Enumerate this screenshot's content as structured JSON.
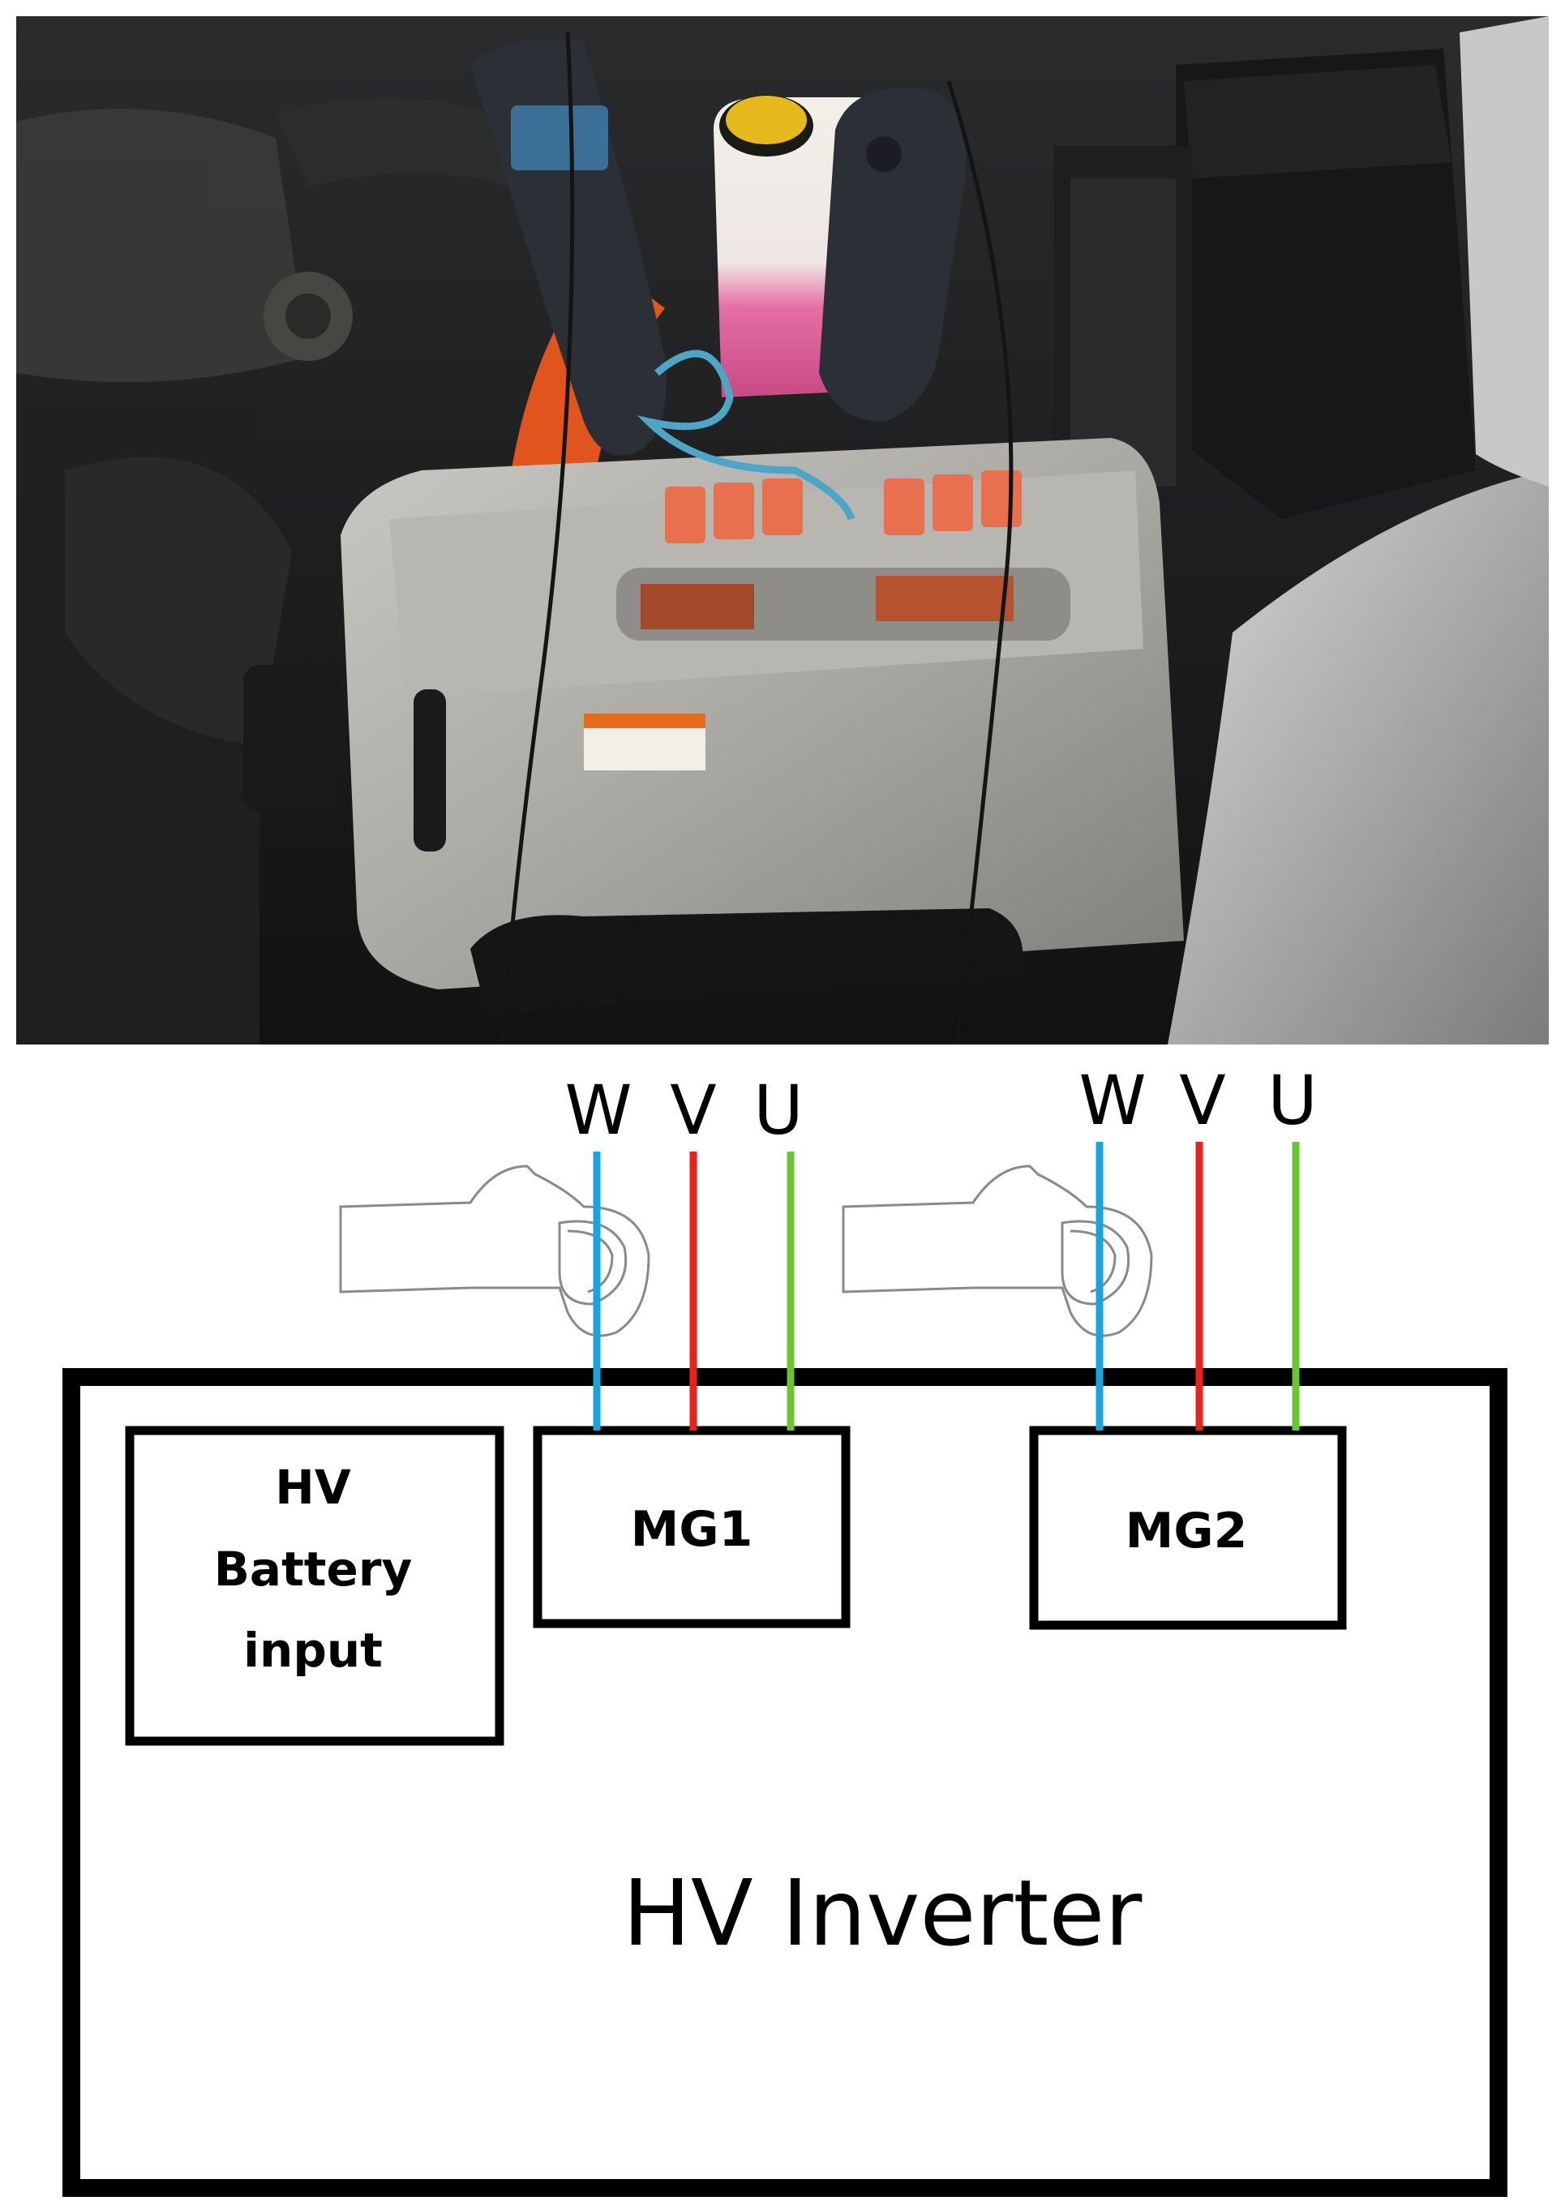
{
  "diagram": {
    "mg1": {
      "label": "MG1",
      "phases": [
        {
          "name": "W",
          "color": "#1aa3dd"
        },
        {
          "name": "V",
          "color": "#e8231e"
        },
        {
          "name": "U",
          "color": "#6cc431"
        }
      ]
    },
    "mg2": {
      "label": "MG2",
      "phases": [
        {
          "name": "W",
          "color": "#1aa3dd"
        },
        {
          "name": "V",
          "color": "#e8231e"
        },
        {
          "name": "U",
          "color": "#6cc431"
        }
      ]
    },
    "battery": {
      "line1": "HV",
      "line2": "Battery",
      "line3": "input"
    },
    "inverter": {
      "label": "HV Inverter"
    }
  }
}
